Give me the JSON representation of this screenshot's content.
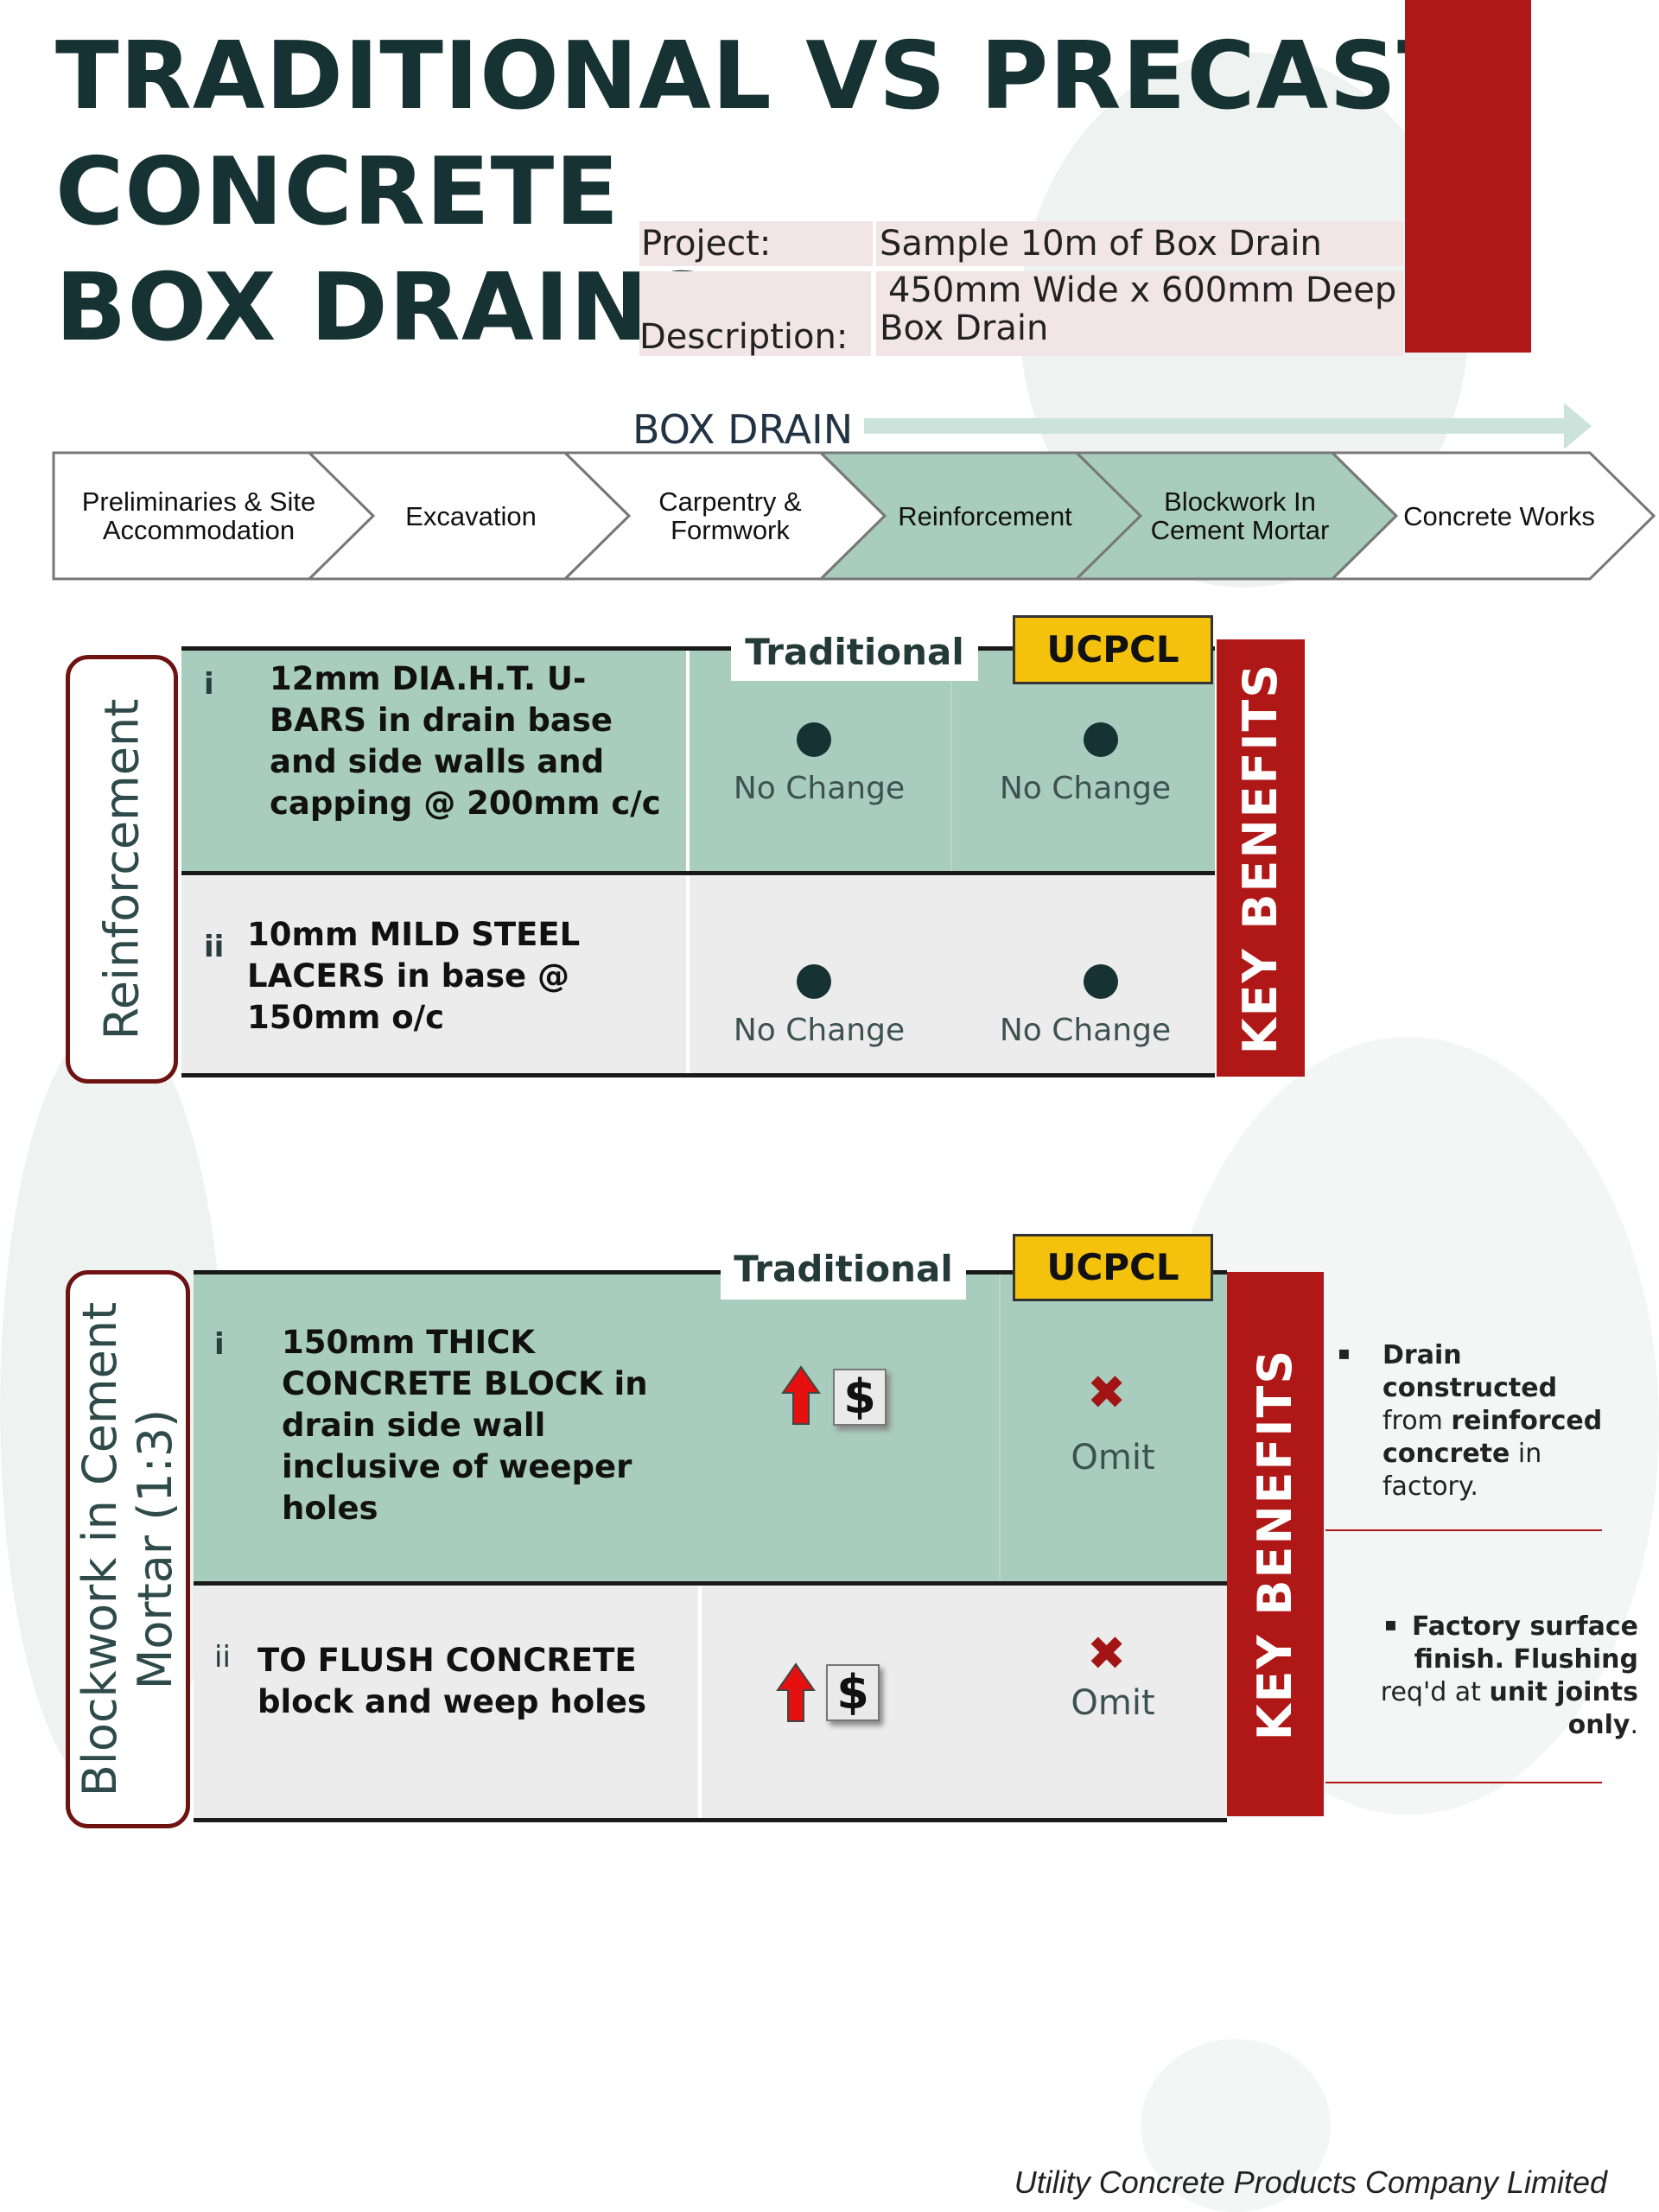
{
  "title": {
    "line1": "TRADITIONAL VS PRECAST",
    "line2": "CONCRETE",
    "line3": "BOX DRAINS"
  },
  "project": {
    "project_label": "Project:",
    "project_value": "Sample 10m of Box Drain",
    "description_label": "Description:",
    "description_line1": "450mm Wide x 600mm Deep",
    "description_line2": "Box Drain"
  },
  "process": {
    "label": "BOX DRAIN",
    "steps": [
      {
        "label": "Preliminaries & Site Accommodation",
        "active": false
      },
      {
        "label": "Excavation",
        "active": false
      },
      {
        "label": "Carpentry & Formwork",
        "active": false
      },
      {
        "label": "Reinforcement",
        "active": true
      },
      {
        "label": "Blockwork In Cement Mortar",
        "active": true
      },
      {
        "label": "Concrete Works",
        "active": false
      }
    ]
  },
  "sections": [
    {
      "name": "Reinforcement",
      "header_traditional": "Traditional",
      "header_ucpcl": "UCPCL",
      "key_benefits": "KEY BENEFITS",
      "rows": [
        {
          "numeral": "i",
          "text": "12mm DIA.H.T. U-BARS in drain base and side walls and capping  @ 200mm c/c",
          "traditional": "No Change",
          "ucpcl": "No Change"
        },
        {
          "numeral": "ii",
          "text": "10mm MILD STEEL LACERS in base @ 150mm o/c",
          "traditional": "No Change",
          "ucpcl": "No Change"
        }
      ]
    },
    {
      "name": "Blockwork in Cement Mortar (1:3)",
      "name_line1": "Blockwork in Cement",
      "name_line2": "Mortar (1:3)",
      "header_traditional": "Traditional",
      "header_ucpcl": "UCPCL",
      "key_benefits": "KEY BENEFITS",
      "rows": [
        {
          "numeral": "i",
          "text": "150mm THICK CONCRETE BLOCK in drain side wall inclusive of weeper holes",
          "traditional_icon": "cost-increase-icon",
          "ucpcl": "Omit",
          "ucpcl_icon": "omit-x-icon"
        },
        {
          "numeral": "ii",
          "text": "TO FLUSH CONCRETE block and weep holes",
          "traditional_icon": "cost-increase-icon",
          "ucpcl": "Omit",
          "ucpcl_icon": "omit-x-icon"
        }
      ],
      "benefits": [
        {
          "b1": "Drain",
          "b2": "constructed",
          "t3": "from",
          "b3": "reinforced",
          "b4": "concrete",
          "t4": "in",
          "t5": "factory."
        },
        {
          "b1": "Factory surface",
          "b2": "finish. Flushing",
          "t3": "req'd at",
          "b3": "unit joints",
          "b4": "only",
          "t4": "."
        }
      ]
    }
  ],
  "footer": "Utility Concrete Products Company Limited",
  "colors": {
    "red": "#b01717",
    "green": "#a8ccbd",
    "dark": "#173233",
    "yellow": "#f4c20d",
    "pink": "#f1e5e6"
  }
}
